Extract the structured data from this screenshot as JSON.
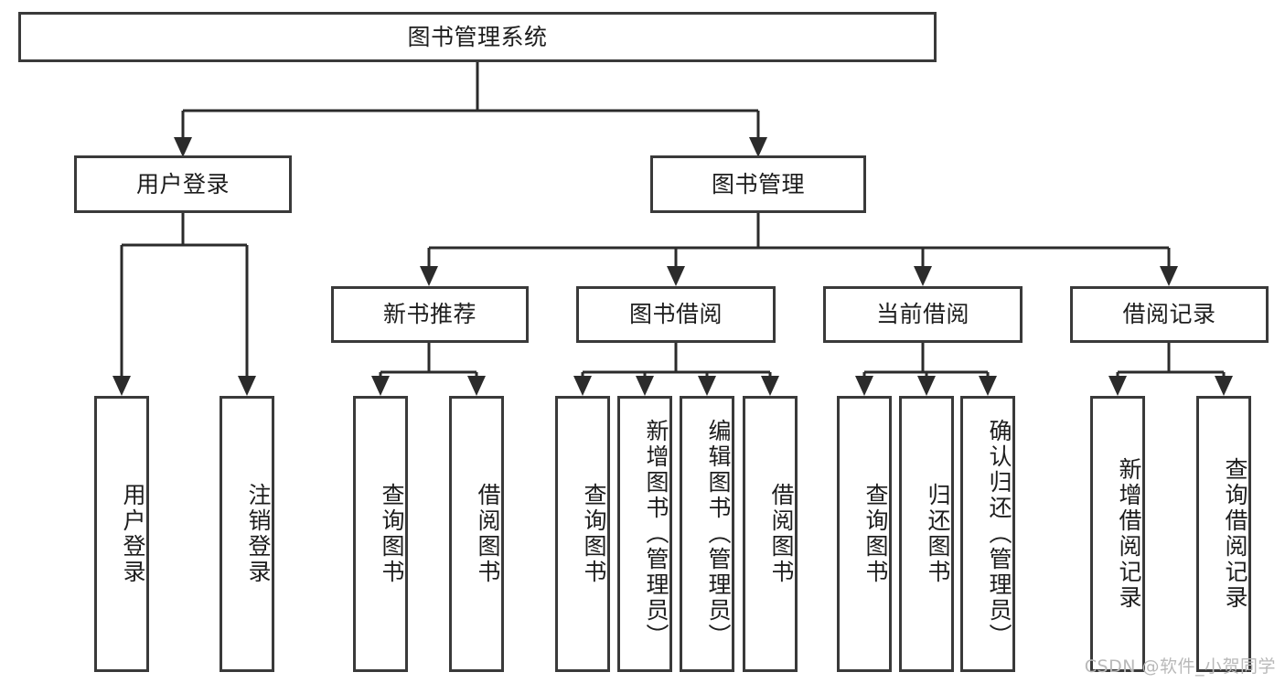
{
  "diagram": {
    "title": "图书管理系统",
    "watermark": "CSDN @软件_小贺同学",
    "line_color": "#2b2b2b",
    "box_border_color": "#3a3a3a",
    "box_fill_color": "#ffffff",
    "root": {
      "label": "图书管理系统"
    },
    "level2": [
      {
        "label": "用户登录"
      },
      {
        "label": "图书管理"
      }
    ],
    "level3": [
      {
        "label": "新书推荐"
      },
      {
        "label": "图书借阅"
      },
      {
        "label": "当前借阅"
      },
      {
        "label": "借阅记录"
      }
    ],
    "leaves": {
      "user_login": [
        {
          "label": "用户登录"
        },
        {
          "label": "注销登录"
        }
      ],
      "new_book": [
        {
          "label": "查询图书"
        },
        {
          "label": "借阅图书"
        }
      ],
      "borrow_book": [
        {
          "label": "查询图书"
        },
        {
          "label": "新增图书（管理员）"
        },
        {
          "label": "编辑图书（管理员）"
        },
        {
          "label": "借阅图书"
        }
      ],
      "current_borrow": [
        {
          "label": "查询图书"
        },
        {
          "label": "归还图书"
        },
        {
          "label": "确认归还（管理员）"
        }
      ],
      "borrow_record": [
        {
          "label": "新增借阅记录"
        },
        {
          "label": "查询借阅记录"
        }
      ]
    }
  }
}
